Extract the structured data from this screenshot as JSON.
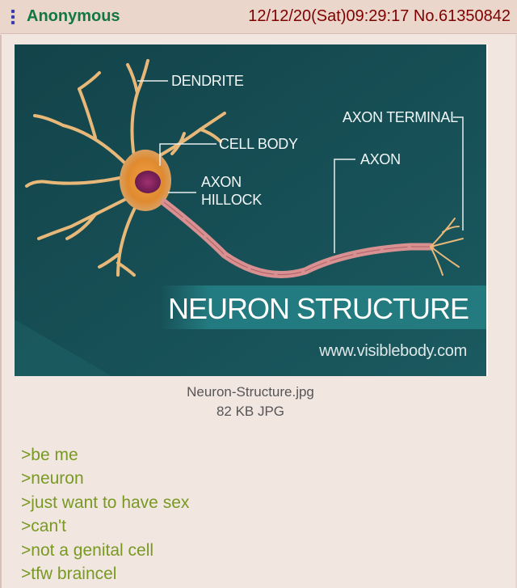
{
  "post": {
    "header": {
      "menu_icon": "vertical-dots-icon",
      "name": "Anonymous",
      "datetime": "12/12/20(Sat)09:29:17",
      "post_number": "No.61350842"
    },
    "image": {
      "labels": {
        "dendrite": "DENDRITE",
        "cell_body": "CELL BODY",
        "axon_hillock_line1": "AXON",
        "axon_hillock_line2": "HILLOCK",
        "axon_terminal": "AXON TERMINAL",
        "axon": "AXON"
      },
      "title": "NEURON STRUCTURE",
      "url": "www.visiblebody.com"
    },
    "file": {
      "name": "Neuron-Structure.jpg",
      "size": "82 KB JPG"
    },
    "greentext": [
      ">be me",
      ">neuron",
      ">just want to have sex",
      ">can't",
      ">not a genital cell",
      ">tfw braincel"
    ],
    "colors": {
      "name": "#117743",
      "meta": "#800000",
      "greentext": "#789922",
      "image_bg": "#14484f"
    }
  }
}
